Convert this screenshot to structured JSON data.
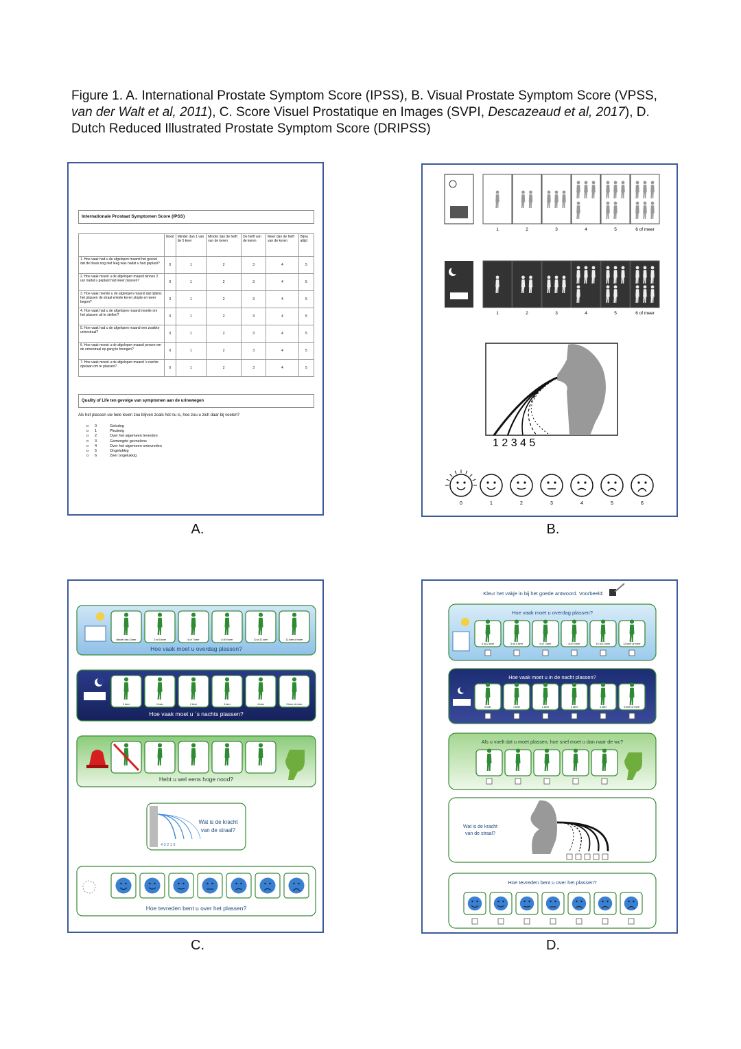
{
  "caption": {
    "p1": "Figure 1. A. International Prostate Symptom Score (IPSS), B. Visual Prostate Symptom Score (VPSS, ",
    "i1": "van der Walt et al, 2011",
    "p2": "), C. Score Visuel Prostatique en Images (SVPI, ",
    "i2": "Descazeaud et al, 2017",
    "p3": "), D. Dutch Reduced Illustrated Prostate Symptom Score (DRIPSS)"
  },
  "labels": {
    "a": "A.",
    "b": "B.",
    "c": "C.",
    "d": "D."
  },
  "panel_a": {
    "title": "Internationale Prostaat Symptomen Score (IPSS)",
    "headers": [
      "Nooit",
      "Minder dan 1 van de 5 keer",
      "Minder dan de helft van de keren",
      "De helft van de keren",
      "Meer dan de helft van de keren",
      "Bijna altijd"
    ],
    "questions": [
      "1. Hoe vaak had u de afgelopen maand het gevoel dat de blaas nog niet leeg was nadat u had geplast?",
      "2. Hoe vaak moest u de afgelopen maand binnen 2 uur nadat u geplast had weer plassen?",
      "3. Hoe vaak merkte u de afgelopen maand dat tijdens het plassen de straal enkele keren stopte en weer begon?",
      "4. Hoe vaak had u de afgelopen maand moeite om het plassen uit te stellen?",
      "5. Hoe vaak had u de afgelopen maand een zwakke urinestraal?",
      "6. Hoe vaak moest u de afgelopen maand persen om de urinestraal op gang te brengen?",
      "7. Hoe vaak moest u de afgelopen maand 's nachts opstaan om te plassen?"
    ],
    "scores": [
      "0",
      "1",
      "2",
      "3",
      "4",
      "5"
    ],
    "qol_title": "Quality of Life ten gevolge van symptomen aan de urinewegen",
    "qol_question": "Als het plassen uw hele leven zou blijven zoals het nu is, hoe zou u zich daar bij voelen?",
    "qol_options": [
      {
        "n": "0",
        "t": "Geludog"
      },
      {
        "n": "1",
        "t": "Plezierig"
      },
      {
        "n": "2",
        "t": "Over het algemeen tevreden"
      },
      {
        "n": "3",
        "t": "Gemengde gevoelens"
      },
      {
        "n": "4",
        "t": "Over het algemeen ontevreden"
      },
      {
        "n": "5",
        "t": "Ongelukkig"
      },
      {
        "n": "6",
        "t": "Zeer ongelukkig"
      }
    ]
  },
  "panel_b": {
    "freq_labels": [
      "1",
      "2",
      "3",
      "4",
      "5",
      "6 of meer"
    ],
    "stream_labels": [
      "1",
      "2",
      "3",
      "4",
      "5"
    ],
    "stream_text": "1 2 3 4 5",
    "face_labels": [
      "0",
      "1",
      "2",
      "3",
      "4",
      "5",
      "6"
    ]
  },
  "panel_c": {
    "day_labels": [
      "Minder dan 3 keer",
      "3 tot 5 keer",
      "6 of 7 keer",
      "8 of 9 keer",
      "10 of 11 keer",
      "12 keer of meer"
    ],
    "day_question": "Hoe vaak moet u overdag plassen?",
    "night_labels": [
      "0 keer",
      "1 keer",
      "2 keer",
      "3 keer",
      "4 keer",
      "5 keer of meer"
    ],
    "night_question": "Hoe vaak moet u ´s nachts plassen?",
    "urgency_question": "Hebt u wel eens hoge nood?",
    "stream_q1": "Wat is de kracht",
    "stream_q2": "van de straal?",
    "stream_nums": "4 3 2 1 0",
    "sat_question": "Hoe tevreden bent u over het plassen?"
  },
  "panel_d": {
    "instruction": "Kleur het vakje in bij het goede antwoord. Voorbeeld:",
    "day_question": "Hoe vaak moet u overdag plassen?",
    "day_labels": [
      "0 tot 2 keer",
      "3 tot 5 keer",
      "6 of 7 keer",
      "8 of 9 keer",
      "10 of 11 keer",
      "12 keer of meer"
    ],
    "night_question": "Hoe vaak moet u in de nacht plassen?",
    "night_labels": [
      "0 keer",
      "1 keer",
      "2 keer",
      "3 keer",
      "4 keer",
      "5 keer of meer"
    ],
    "urgency_question": "Als u voelt dat u moet plassen, hoe snel moet u dan naar de wc?",
    "stream_q1": "Wat is de kracht",
    "stream_q2": "van de straal?",
    "sat_question": "Hoe tevreden bent u over het plassen?"
  },
  "colors": {
    "border": "#3a5a9a",
    "green": "#3a8a3a",
    "figure_green": "#2f8a34",
    "sky": "#a9cfee",
    "night": "#1e2a6a",
    "face_blue": "#3a7fd0"
  }
}
